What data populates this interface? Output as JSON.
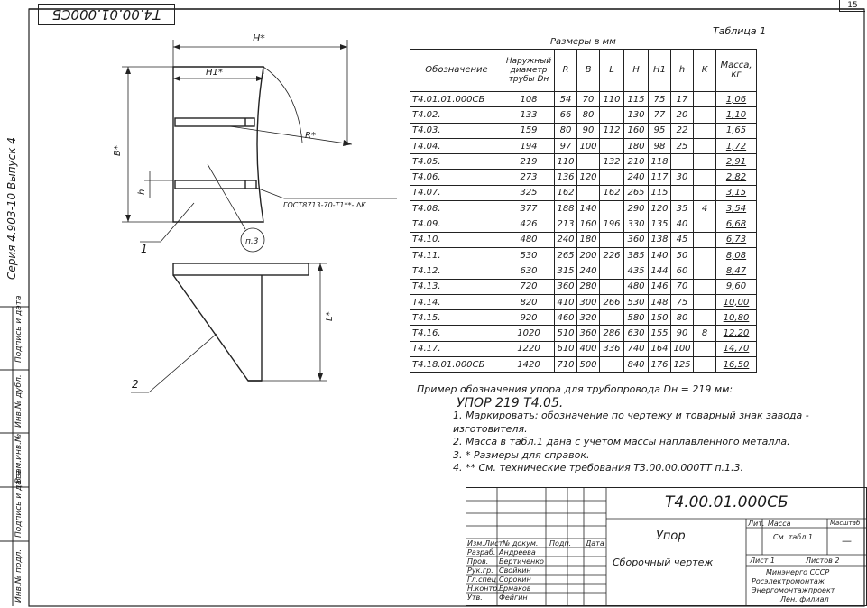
{
  "stamp_top": "Т4.00.01.000СБ",
  "page_number": "15",
  "table_caption": "Таблица 1",
  "size_caption": "Размеры в мм",
  "series_label": "Серия 4.903-10   Выпуск 4",
  "binding_labels": [
    "Подпись и дата",
    "Инв.№ дубл.",
    "Взам.инв.№",
    "Подпись и дата",
    "Инв.№ подл."
  ],
  "drawing": {
    "dim_H": "H*",
    "dim_H1": "H1*",
    "dim_B": "B*",
    "dim_R": "R*",
    "dim_h": "h",
    "dim_L": "L*",
    "weld_note": "ГОСТ8713-70-Т1**- ∆K",
    "callout_1": "1",
    "callout_2": "2",
    "callout_p3": "п.3"
  },
  "table_headers": [
    "Обозначение",
    "Наружный диаметр трубы Dн",
    "R",
    "B",
    "L",
    "H",
    "H1",
    "h",
    "K",
    "Масса, кг"
  ],
  "table_rows": [
    [
      "Т4.01.01.000СБ",
      "108",
      "54",
      "70",
      "110",
      "115",
      "75",
      "17",
      "",
      "1,06"
    ],
    [
      "Т4.02.",
      "133",
      "66",
      "80",
      "",
      "130",
      "77",
      "20",
      "",
      "1,10"
    ],
    [
      "Т4.03.",
      "159",
      "80",
      "90",
      "112",
      "160",
      "95",
      "22",
      "",
      "1,65"
    ],
    [
      "Т4.04.",
      "194",
      "97",
      "100",
      "",
      "180",
      "98",
      "25",
      "",
      "1,72"
    ],
    [
      "Т4.05.",
      "219",
      "110",
      "",
      "132",
      "210",
      "118",
      "",
      "",
      "2,91"
    ],
    [
      "Т4.06.",
      "273",
      "136",
      "120",
      "",
      "240",
      "117",
      "30",
      "",
      "2,82"
    ],
    [
      "Т4.07.",
      "325",
      "162",
      "",
      "162",
      "265",
      "115",
      "",
      "",
      "3,15"
    ],
    [
      "Т4.08.",
      "377",
      "188",
      "140",
      "",
      "290",
      "120",
      "35",
      "4",
      "3,54"
    ],
    [
      "Т4.09.",
      "426",
      "213",
      "160",
      "196",
      "330",
      "135",
      "40",
      "",
      "6,68"
    ],
    [
      "Т4.10.",
      "480",
      "240",
      "180",
      "",
      "360",
      "138",
      "45",
      "",
      "6,73"
    ],
    [
      "Т4.11.",
      "530",
      "265",
      "200",
      "226",
      "385",
      "140",
      "50",
      "",
      "8,08"
    ],
    [
      "Т4.12.",
      "630",
      "315",
      "240",
      "",
      "435",
      "144",
      "60",
      "",
      "8,47"
    ],
    [
      "Т4.13.",
      "720",
      "360",
      "280",
      "",
      "480",
      "146",
      "70",
      "",
      "9,60"
    ],
    [
      "Т4.14.",
      "820",
      "410",
      "300",
      "266",
      "530",
      "148",
      "75",
      "",
      "10,00"
    ],
    [
      "Т4.15.",
      "920",
      "460",
      "320",
      "",
      "580",
      "150",
      "80",
      "",
      "10,80"
    ],
    [
      "Т4.16.",
      "1020",
      "510",
      "360",
      "286",
      "630",
      "155",
      "90",
      "8",
      "12,20"
    ],
    [
      "Т4.17.",
      "1220",
      "610",
      "400",
      "336",
      "740",
      "164",
      "100",
      "",
      "14,70"
    ],
    [
      "Т4.18.01.000СБ",
      "1420",
      "710",
      "500",
      "",
      "840",
      "176",
      "125",
      "",
      "16,50"
    ]
  ],
  "example_line": "Пример обозначения упора для трубопровода Dн = 219 мм:",
  "example_code": "УПОР 219  Т4.05.",
  "notes": [
    "1. Маркировать: обозначение по чертежу и товарный знак завода - изготовителя.",
    "2. Масса в табл.1 дана с учетом массы наплавленного металла.",
    "3. * Размеры для справок.",
    "4. ** См. технические требования  Т3.00.00.000ТТ п.1.3."
  ],
  "title_block": {
    "doc_code": "Т4.00.01.000СБ",
    "name": "Упор",
    "doc_type": "Сборочный чертеж",
    "col_lit": "Лит.",
    "col_mass": "Масса",
    "col_scale": "Масштаб",
    "mass_value": "См. табл.1",
    "scale_value": "—",
    "sheet": "Лист 1",
    "sheets": "Листов 2",
    "org1": "Минэнерго СССР",
    "org2": "Росэлектромонтаж",
    "org3": "Энергомонтажпроект",
    "org4": "Лен. филиал",
    "sig_headers": [
      "Изм.",
      "Лист",
      "№ докум.",
      "Подп.",
      "Дата"
    ],
    "sig_rows": [
      [
        "Разраб.",
        "Андреева"
      ],
      [
        "Пров.",
        "Вертиченко"
      ],
      [
        "Рук.гр.",
        "Свойкин"
      ],
      [
        "Гл.спец.",
        "Сорокин"
      ],
      [
        "Н.контр.",
        "Ермаков"
      ],
      [
        "Утв.",
        "Фейгин"
      ]
    ]
  }
}
